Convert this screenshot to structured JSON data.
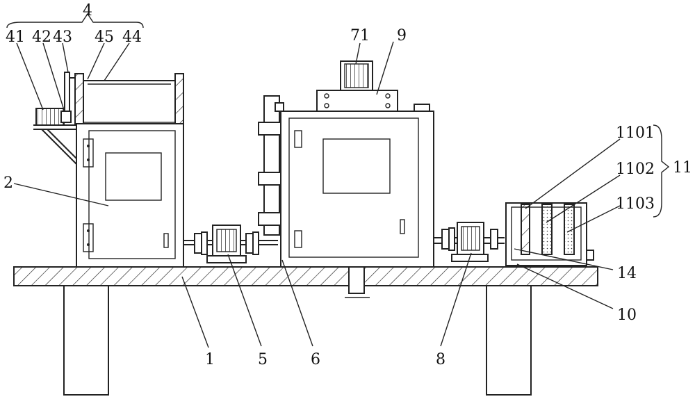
{
  "labels": {
    "l4": "4",
    "l41": "41",
    "l42": "42",
    "l43": "43",
    "l45": "45",
    "l44": "44",
    "l71": "71",
    "l9": "9",
    "l1101": "1101",
    "l1102": "1102",
    "l1103": "1103",
    "l11": "11",
    "l2": "2",
    "l14": "14",
    "l10": "10",
    "l1": "1",
    "l5": "5",
    "l6": "6",
    "l8": "8"
  }
}
